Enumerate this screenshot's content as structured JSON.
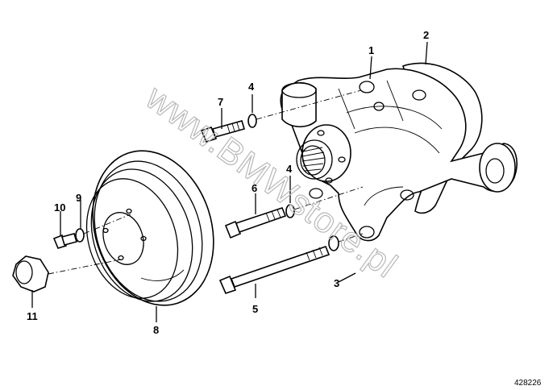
{
  "diagram": {
    "callouts": [
      "1",
      "2",
      "3",
      "4",
      "4",
      "5",
      "6",
      "7",
      "8",
      "9",
      "10",
      "11"
    ],
    "watermark": "www.BMWstore.pl",
    "document_number": "428226"
  }
}
